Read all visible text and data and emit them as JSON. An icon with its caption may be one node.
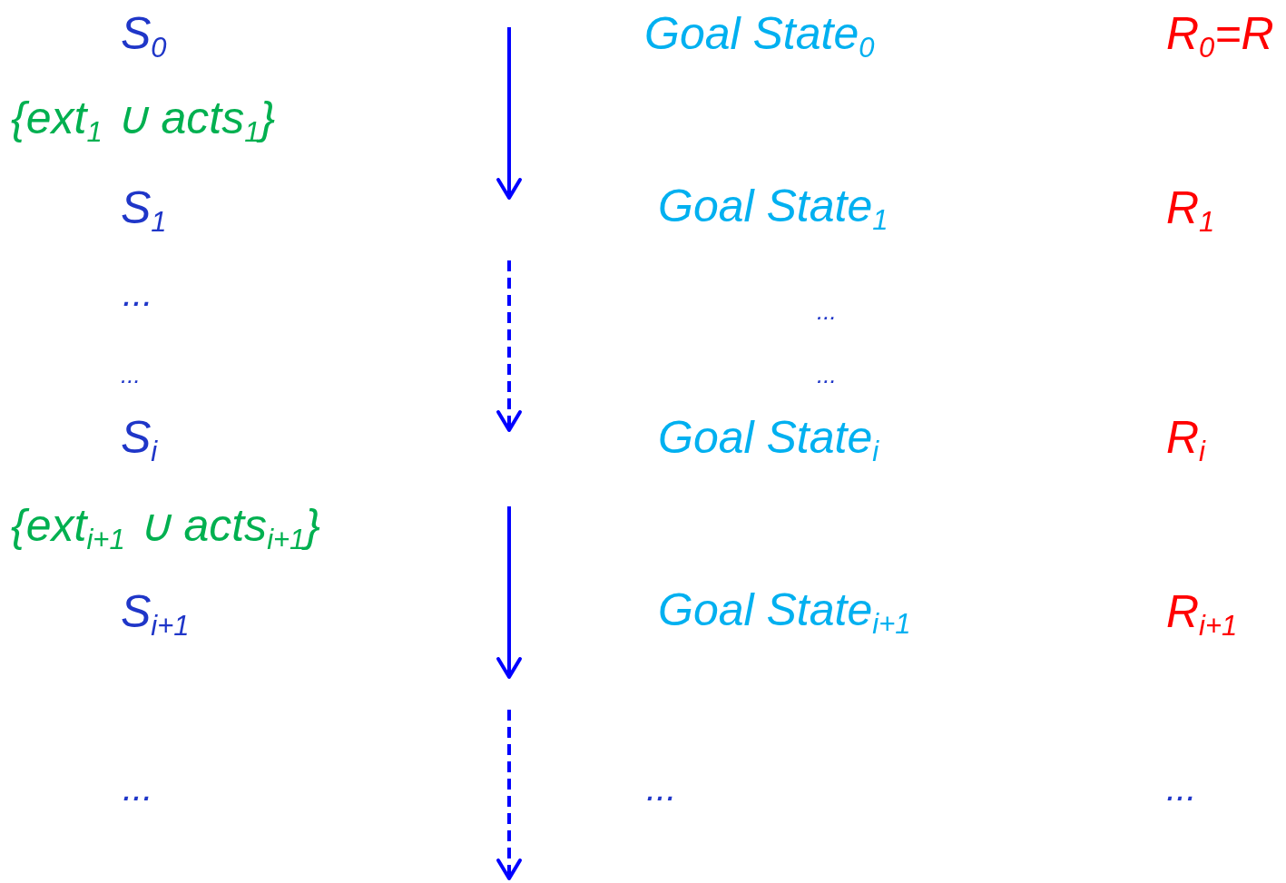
{
  "diagram": {
    "labels": [
      "S$_{0}$",
      "Goal State$_{0}$",
      "R$_{0}$=R",
      "{ext$_{1}$ ∪  acts$_{1}$}",
      "S$_{1}$",
      "Goal State$_{1}$",
      "R$_{1}$",
      "...",
      "...",
      "...",
      "...",
      "S$_{i}$",
      "Goal State$_{i}$",
      "R$_{i}$",
      "{ext$_{i+1}$ ∪  acts$_{i+1}$}",
      "S$_{i+1}$",
      "Goal State$_{i+1}$",
      "R$_{i+1}$",
      "...",
      "...",
      "..."
    ]
  }
}
